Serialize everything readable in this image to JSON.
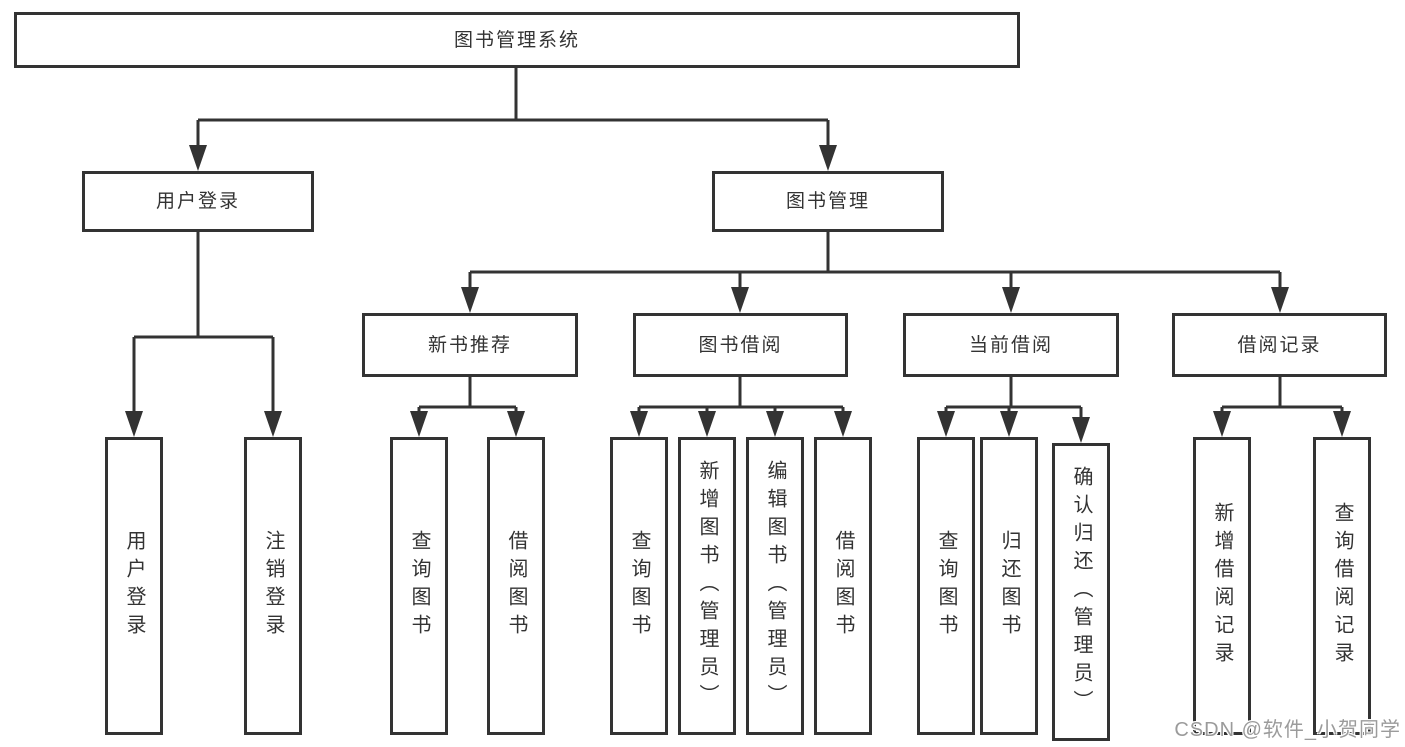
{
  "diagram": {
    "root": {
      "label": "图书管理系统"
    },
    "level2": [
      {
        "label": "用户登录"
      },
      {
        "label": "图书管理"
      }
    ],
    "level3": [
      {
        "label": "新书推荐"
      },
      {
        "label": "图书借阅"
      },
      {
        "label": "当前借阅"
      },
      {
        "label": "借阅记录"
      }
    ],
    "leaves": [
      {
        "label": "用户登录",
        "parent": "用户登录"
      },
      {
        "label": "注销登录",
        "parent": "用户登录"
      },
      {
        "label": "查询图书",
        "parent": "新书推荐"
      },
      {
        "label": "借阅图书",
        "parent": "新书推荐"
      },
      {
        "label": "查询图书",
        "parent": "图书借阅"
      },
      {
        "label": "新增图书（管理员）",
        "parent": "图书借阅"
      },
      {
        "label": "编辑图书（管理员）",
        "parent": "图书借阅"
      },
      {
        "label": "借阅图书",
        "parent": "图书借阅"
      },
      {
        "label": "查询图书",
        "parent": "当前借阅"
      },
      {
        "label": "归还图书",
        "parent": "当前借阅"
      },
      {
        "label": "确认归还（管理员）",
        "parent": "当前借阅"
      },
      {
        "label": "新增借阅记录",
        "parent": "借阅记录"
      },
      {
        "label": "查询借阅记录",
        "parent": "借阅记录"
      }
    ],
    "watermark": "CSDN @软件_小贺同学",
    "colors": {
      "line": "#333333",
      "box_border": "#333333",
      "box_fill": "#ffffff",
      "text": "#333333",
      "watermark": "#9b9b9b"
    }
  }
}
